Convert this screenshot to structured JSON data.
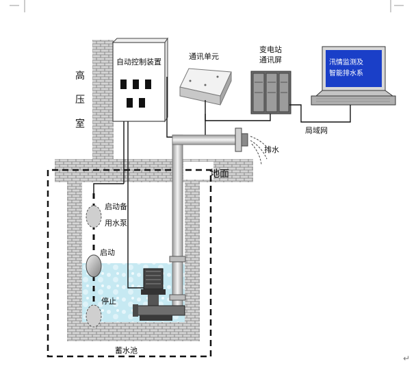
{
  "labels": {
    "high_voltage_room": [
      "高",
      "压",
      "室"
    ],
    "auto_control_device": "自动控制装置",
    "comm_unit": "通讯单元",
    "substation_screen_line1": "变电站",
    "substation_screen_line2": "通讯屏",
    "monitor_line1": "汛情监测及",
    "monitor_line2": "智能排水系",
    "lan": "局域网",
    "drain": "排水",
    "ground": "地面",
    "start_backup_line1": "启动备",
    "start_backup_line2": "用水泵",
    "start": "启动",
    "stop": "停止",
    "reservoir": "蓄水池",
    "paragraph_mark": "↵"
  },
  "colors": {
    "water": "#bfe6f0",
    "screen_blue": "#1a3fc8",
    "brick": "#bfbfbf",
    "pipe": "#d9d9d9"
  }
}
